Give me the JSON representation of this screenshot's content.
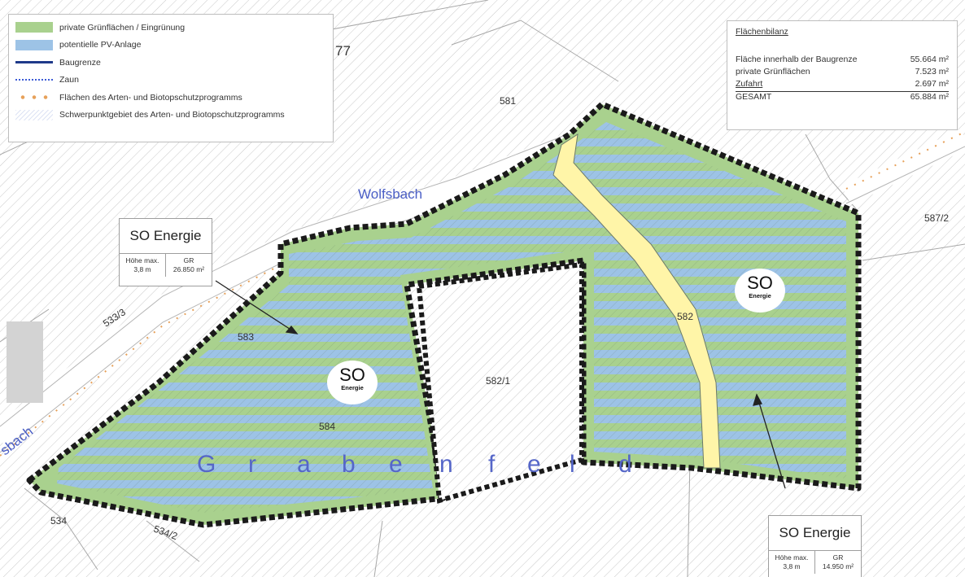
{
  "legend": {
    "items": [
      {
        "label": "private Grünflächen / Eingrünung",
        "icon": "green-swatch-icon"
      },
      {
        "label": "potentielle PV-Anlage",
        "icon": "blue-swatch-icon"
      },
      {
        "label": "Baugrenze",
        "icon": "baugrenze-line-icon"
      },
      {
        "label": "Zaun",
        "icon": "zaun-dotted-line-icon"
      },
      {
        "label": "Flächen des Arten- und Biotopschutzprogramms",
        "icon": "orange-dots-icon"
      },
      {
        "label": "Schwerpunktgebiet des Arten- und Biotopschutzprogramms",
        "icon": "hatch-swatch-icon"
      }
    ]
  },
  "balance": {
    "title": "Flächenbilanz",
    "rows": [
      {
        "label": "Fläche innerhalb der Baugrenze",
        "value": "55.664 m²"
      },
      {
        "label": "private Grünflächen",
        "value": "7.523 m²"
      },
      {
        "label": "Zufahrt",
        "value": "2.697 m²"
      },
      {
        "label": "GESAMT",
        "value": "65.884 m²"
      }
    ]
  },
  "labels": {
    "left": {
      "title": "SO Energie",
      "height_label": "Höhe max.",
      "height_value": "3,8 m",
      "gr_label": "GR",
      "gr_value": "26.850 m²"
    },
    "right": {
      "title": "SO Energie",
      "height_label": "Höhe max.",
      "height_value": "3,8 m",
      "gr_label": "GR",
      "gr_value": "14.950 m²"
    }
  },
  "zone_badges": [
    {
      "big": "SO",
      "small": "Energie"
    },
    {
      "big": "SO",
      "small": "Energie"
    }
  ],
  "streets": {
    "north": "Wolfsbach",
    "west": "sbach"
  },
  "field_name": [
    "G",
    "r",
    "a",
    "b",
    "e",
    "n",
    "f",
    "e",
    "l",
    "d"
  ],
  "parcels": [
    "77",
    "581",
    "587/2",
    "533/3",
    "583",
    "584",
    "582/1",
    "582",
    "534",
    "534/2"
  ],
  "colors": {
    "green": "#a9d18e",
    "blue": "#9dc3e6",
    "track": "#fff5a8",
    "border": "#1a1a1a",
    "street": "#4b5fc6"
  }
}
